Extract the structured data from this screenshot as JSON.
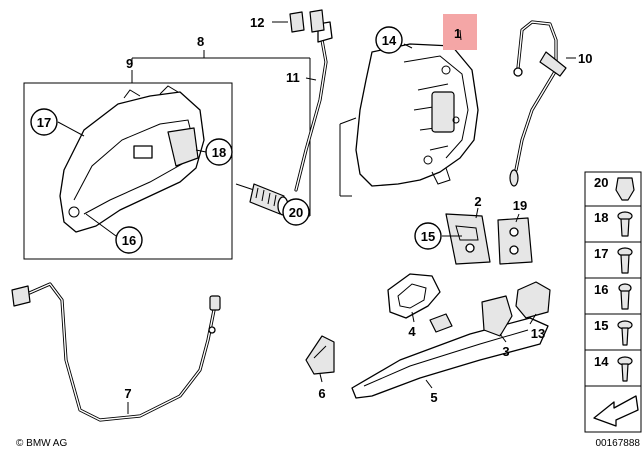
{
  "diagram": {
    "highlight_color": "#f4a6a6",
    "parts": [
      {
        "id": "p1",
        "label": "1"
      },
      {
        "id": "p2",
        "label": "2"
      },
      {
        "id": "p3",
        "label": "3"
      },
      {
        "id": "p4",
        "label": "4"
      },
      {
        "id": "p5",
        "label": "5"
      },
      {
        "id": "p6",
        "label": "6"
      },
      {
        "id": "p7",
        "label": "7"
      },
      {
        "id": "p8",
        "label": "8"
      },
      {
        "id": "p9",
        "label": "9"
      },
      {
        "id": "p10",
        "label": "10"
      },
      {
        "id": "p11",
        "label": "11"
      },
      {
        "id": "p12",
        "label": "12"
      },
      {
        "id": "p13",
        "label": "13"
      },
      {
        "id": "p14",
        "label": "14"
      },
      {
        "id": "p15",
        "label": "15"
      },
      {
        "id": "p16",
        "label": "16"
      },
      {
        "id": "p17",
        "label": "17"
      },
      {
        "id": "p18",
        "label": "18"
      },
      {
        "id": "p19",
        "label": "19"
      },
      {
        "id": "p20",
        "label": "20"
      }
    ],
    "fastener_column": [
      "20",
      "18",
      "17",
      "16",
      "15",
      "14"
    ],
    "brand": "© BMW AG",
    "diagram_number": "00167888"
  }
}
